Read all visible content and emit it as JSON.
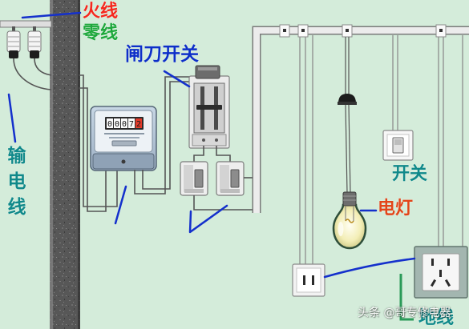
{
  "diagram": {
    "labels": {
      "live_wire": "火线",
      "neutral_wire": "零线",
      "knife_switch": "闸刀开关",
      "transmission_line": "输电线",
      "switch": "开关",
      "lamp": "电灯",
      "ground_wire": "地线"
    },
    "meter_display": {
      "digits": [
        "0",
        "0",
        "0",
        "7"
      ],
      "decimal_digit": "2"
    },
    "watermark": "头条 @哥专修电器"
  },
  "colors": {
    "background": "#d4ecda",
    "live_wire_label": "#f5281e",
    "neutral_wire_label": "#1ea83c",
    "knife_switch_label": "#0d2fc8",
    "teal_label": "#10898a",
    "lamp_label": "#e2461a",
    "pointer_line": "#1430cc",
    "ground_line": "#2a9a58"
  }
}
